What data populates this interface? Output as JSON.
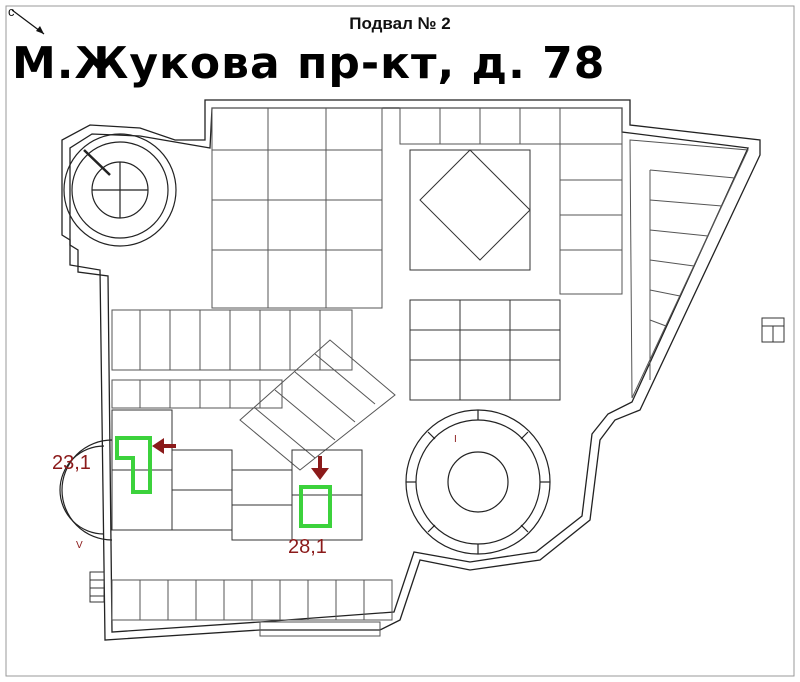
{
  "header": {
    "sheet_title": "Подвал № 2",
    "address": "М.Жукова пр-кт, д. 78",
    "north_label": "с"
  },
  "plan": {
    "marker_letter_v": "V",
    "marker_letter_i": "I",
    "highlights": [
      {
        "id": "unit-a",
        "area": "23,1",
        "color": "#3cd23c"
      },
      {
        "id": "unit-b",
        "area": "28,1",
        "color": "#3cd23c"
      }
    ],
    "arrow_color": "#8b1a1a"
  }
}
